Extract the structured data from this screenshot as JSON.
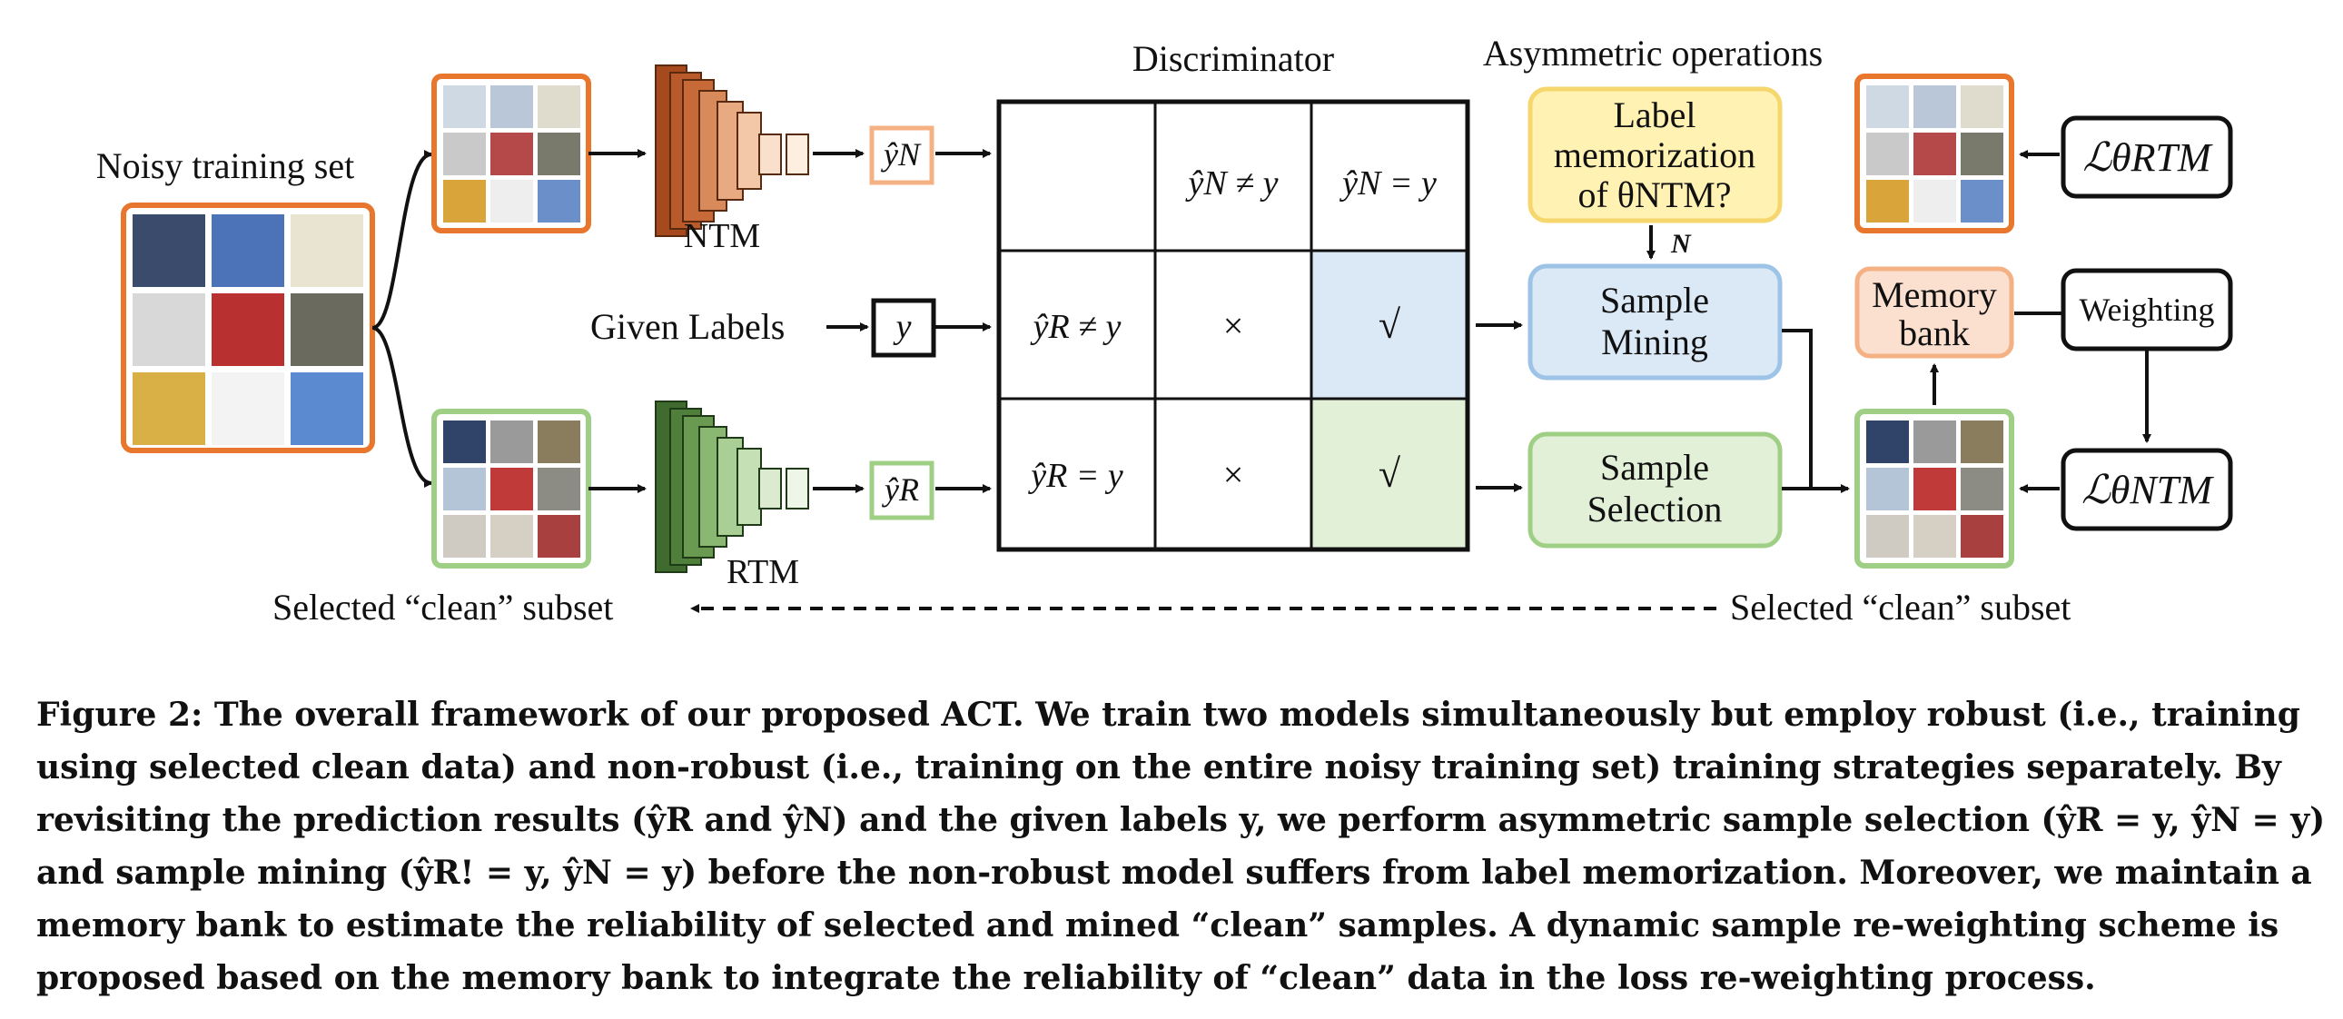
{
  "diagram": {
    "noisy_set_label": "Noisy training set",
    "ntm_label": "NTM",
    "rtm_label": "RTM",
    "given_labels": "Given Labels",
    "y_symbol": "y",
    "yhat_N": "ŷN",
    "yhat_R": "ŷR",
    "discriminator_title": "Discriminator",
    "table": {
      "col1": "ŷN ≠ y",
      "col2": "ŷN = y",
      "row1": "ŷR ≠ y",
      "row2": "ŷR = y",
      "cell_r1c1": "×",
      "cell_r1c2": "√",
      "cell_r2c1": "×",
      "cell_r2c2": "√"
    },
    "asym_title": "Asymmetric operations",
    "memorization_line1": "Label",
    "memorization_line2": "memorization",
    "memorization_line3": "of θNTM?",
    "n_label": "N",
    "sample_mining_line1": "Sample",
    "sample_mining_line2": "Mining",
    "sample_selection_line1": "Sample",
    "sample_selection_line2": "Selection",
    "memory_bank_line1": "Memory",
    "memory_bank_line2": "bank",
    "weighting": "Weighting",
    "loss_rtm": "ℒθRTM",
    "loss_ntm": "ℒθNTM",
    "selected_clean_left": "Selected “clean” subset",
    "selected_clean_right": "Selected “clean” subset",
    "colors": {
      "orange": "#e8762c",
      "green": "#9fcf84",
      "yellow_fill": "#fff2b3",
      "yellow_stroke": "#f5d76e",
      "blue_fill": "#dbe8f5",
      "blue_stroke": "#9dc3e6",
      "green_fill": "#e3f0d8",
      "peach_fill": "#fbe0d0",
      "peach_stroke": "#f4b183",
      "ntm_brown": "#b85a2a",
      "rtm_green": "#4f7f3a"
    }
  },
  "caption": {
    "line1": "Figure 2: The overall framework of our proposed ACT. We train two models simultaneously but employ robust (i.e., training",
    "line2": "using selected clean data) and non-robust (i.e., training on the entire noisy training set) training strategies separately. By",
    "line3": "revisiting the prediction results (ŷR and ŷN) and the given labels y, we perform asymmetric sample selection (ŷR = y, ŷN = y)",
    "line4": "and sample mining (ŷR! = y, ŷN = y) before the non-robust model suffers from label memorization. Moreover, we maintain a",
    "line5": "memory bank to estimate the reliability of selected and mined “clean” samples. A dynamic sample re-weighting scheme is",
    "line6": "proposed based on the memory bank to integrate the reliability of “clean” data in the loss re-weighting process."
  }
}
